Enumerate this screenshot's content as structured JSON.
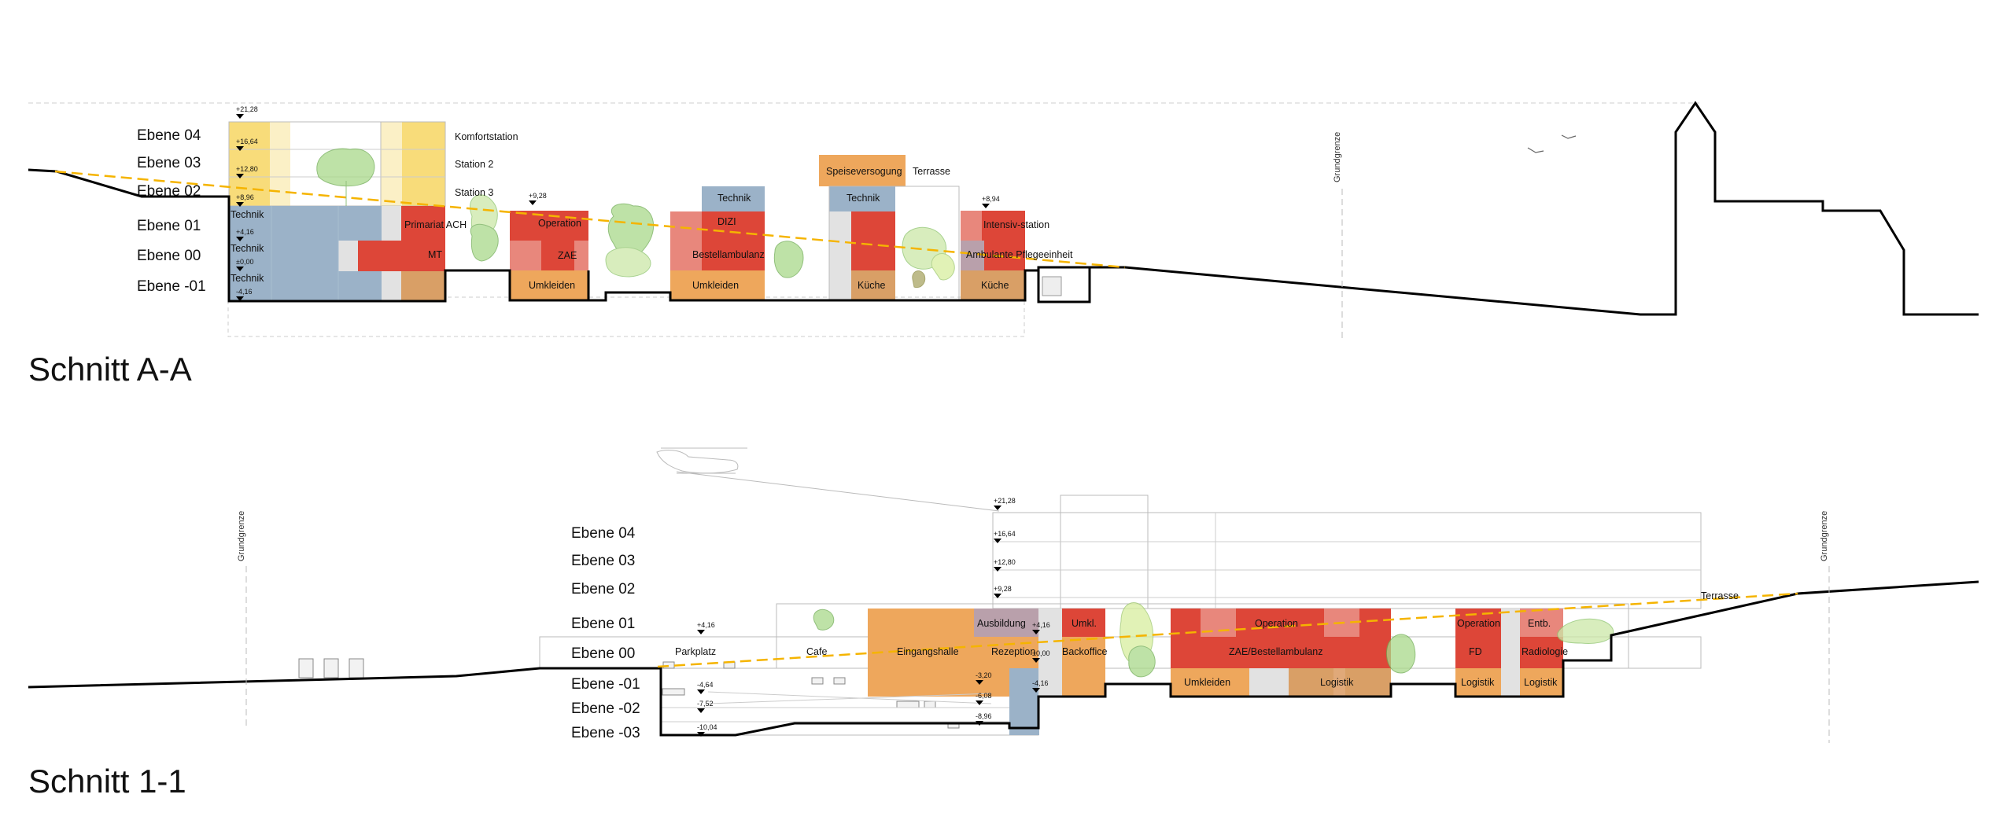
{
  "colors": {
    "yellow": "#f8dc7a",
    "paleyellow": "#fbf0c6",
    "blue": "#9bb2c8",
    "red": "#dd4638",
    "pink": "#e8877c",
    "orange": "#eea75c",
    "tan": "#d99f66",
    "grey": "#e2e2e2",
    "mauve": "#b9a0ab",
    "tree": "#a9d98a"
  },
  "sections": [
    {
      "title": "Schnitt A-A",
      "levels": [
        "Ebene 04",
        "Ebene 03",
        "Ebene 02",
        "Ebene 01",
        "Ebene 00",
        "Ebene -01"
      ],
      "elevations": [
        "+21,28",
        "+16,64",
        "+12,80",
        "+8,96",
        "+4,16",
        "±0,00",
        "-4,16",
        "+9,28",
        "+8,94"
      ],
      "side_labels": [
        "Komfortstation",
        "Station 2",
        "Station 3",
        "Terrasse"
      ],
      "rooms": [
        "Technik",
        "Technik",
        "Technik",
        "Primariat ACH",
        "MT",
        "Operation",
        "ZAE",
        "Umkleiden",
        "Technik",
        "DIZI",
        "Bestellambulanz",
        "Umkleiden",
        "Speiseversogung",
        "Technik",
        "Küche",
        "Intensiv-station",
        "Ambulante Pflegeeinheit",
        "Küche"
      ],
      "boundary": "Grundgrenze"
    },
    {
      "title": "Schnitt 1-1",
      "levels": [
        "Ebene 04",
        "Ebene 03",
        "Ebene 02",
        "Ebene 01",
        "Ebene 00",
        "Ebene -01",
        "Ebene -02",
        "Ebene -03"
      ],
      "elevations": [
        "+21,28",
        "+16,64",
        "+12,80",
        "+9,28",
        "+4,16",
        "+4,16",
        "±0,00",
        "-3,20",
        "-4,16",
        "-4,64",
        "-6,08",
        "-7,52",
        "-8,96",
        "-10,04"
      ],
      "side_labels": [
        "Terrasse"
      ],
      "rooms": [
        "Parkplatz",
        "Cafe",
        "Eingangshalle",
        "Ausbildung",
        "Rezeption",
        "Backoffice",
        "Umkl.",
        "Operation",
        "ZAE/Bestellambulanz",
        "Umkleiden",
        "Logistik",
        "Operation",
        "Entb.",
        "FD",
        "Radiologie",
        "Logistik",
        "Logistik"
      ],
      "boundary": "Grundgrenze"
    }
  ]
}
